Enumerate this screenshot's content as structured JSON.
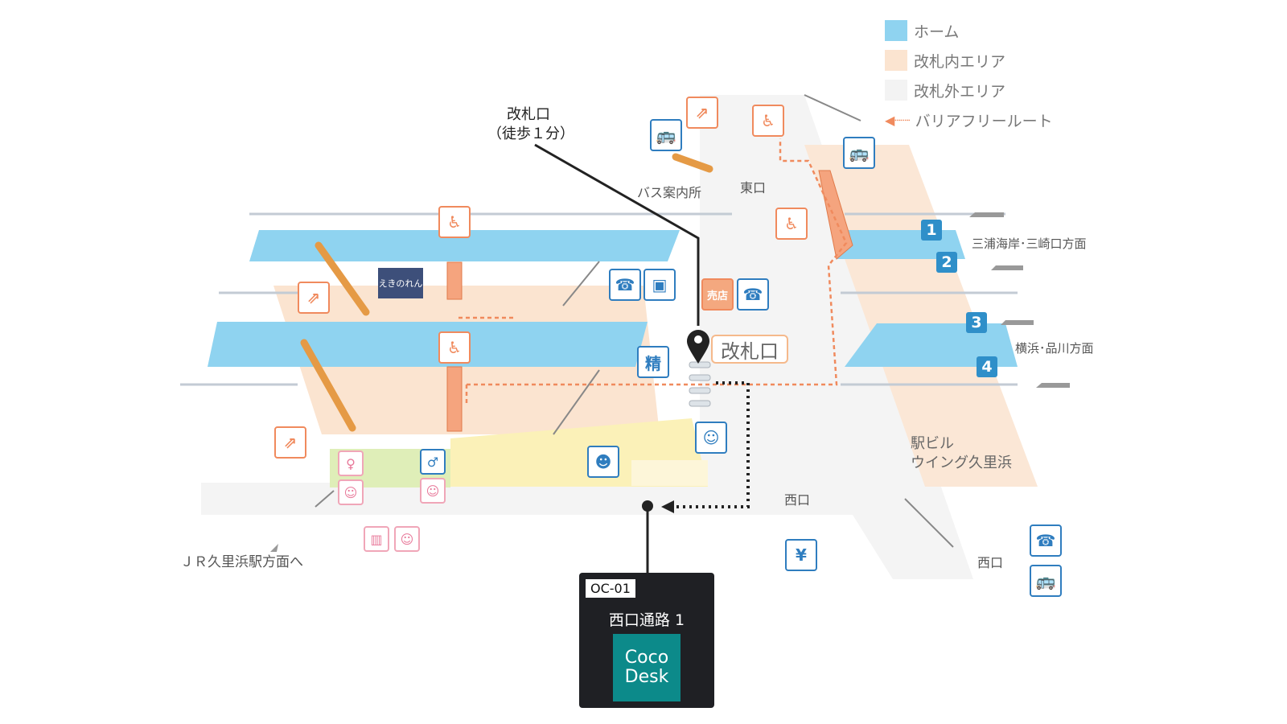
{
  "legend": [
    {
      "label": "ホーム",
      "color": "#8fd3f0"
    },
    {
      "label": "改札内エリア",
      "color": "#fbe4d0"
    },
    {
      "label": "改札外エリア",
      "color": "#f3f3f3"
    },
    {
      "label": "バリアフリールート",
      "color": "#f08a5d"
    }
  ],
  "callout_top": {
    "line1": "改札口",
    "line2": "（徒歩１分）"
  },
  "labels": {
    "bus_info": "バス案内所",
    "east_exit": "東口",
    "west_exit": "西口",
    "west_exit_2": "西口",
    "direction_up": "三浦海岸･三崎口方面",
    "direction_down": "横浜･品川方面",
    "station_building": "駅ビル\nウイング久里浜",
    "jr_direction": "ＪＲ久里浜駅方面へ",
    "gate": "改札口",
    "fare_adjust": "精",
    "shop": "売店",
    "restaurant_logo": "えきのれん"
  },
  "platforms": [
    "1",
    "2",
    "3",
    "4"
  ],
  "location_card": {
    "code": "OC-01",
    "name": "西口通路 1",
    "logo_line1": "Coco",
    "logo_line2": "Desk"
  },
  "colors": {
    "platform": "#8fd3f0",
    "inside_gate": "#fbe4d0",
    "outside_gate": "#f3f3f3",
    "barrier_free": "#f08a5d",
    "route": "#222222",
    "card_bg": "#1f2024",
    "logo_bg": "#0c8a8a"
  },
  "icons": [
    "elevator-icon",
    "escalator-icon",
    "bus-icon",
    "phone-icon",
    "ticket-machine-icon",
    "wheelchair-icon",
    "toilet-female-icon",
    "toilet-male-icon",
    "baby-icon",
    "multipurpose-toilet-icon",
    "station-staff-icon",
    "ticket-office-icon",
    "atm-icon",
    "location-pin-icon"
  ]
}
